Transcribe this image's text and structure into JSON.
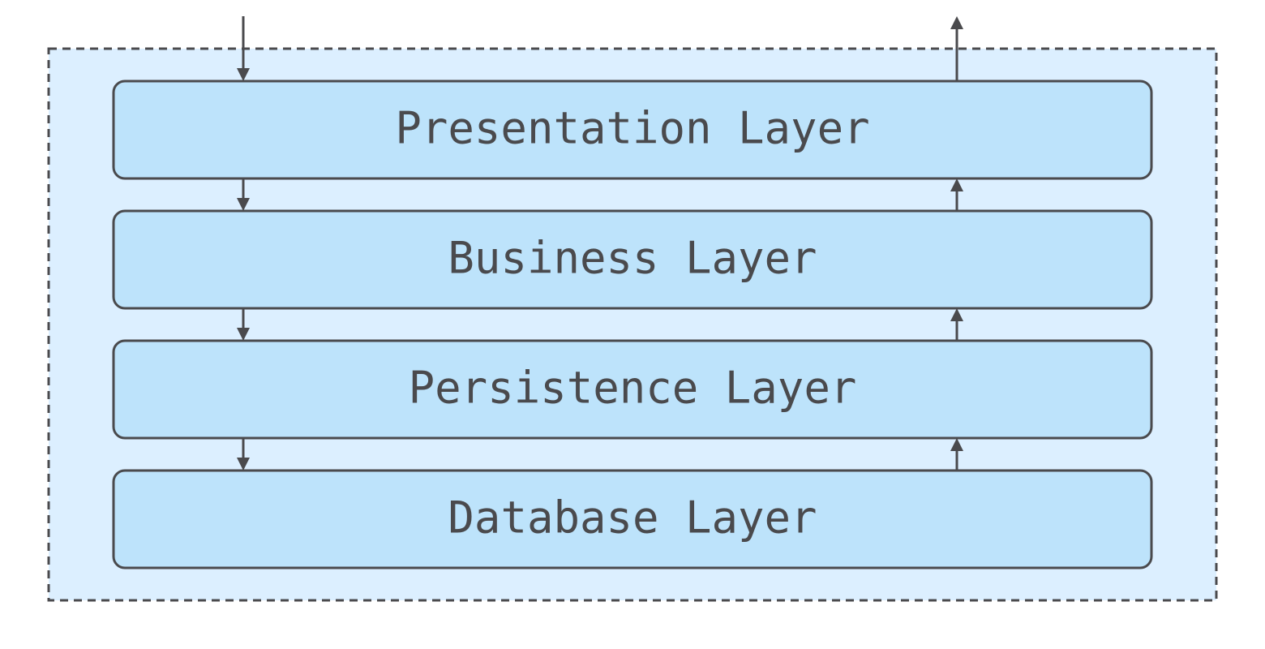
{
  "diagram": {
    "layers": [
      {
        "label": "Presentation Layer"
      },
      {
        "label": "Business Layer"
      },
      {
        "label": "Persistence Layer"
      },
      {
        "label": "Database Layer"
      }
    ]
  },
  "colors": {
    "layer_fill": "#bde3fb",
    "container_fill": "#dcefff",
    "stroke": "#4a4a4d",
    "text": "#4a4a4d"
  }
}
